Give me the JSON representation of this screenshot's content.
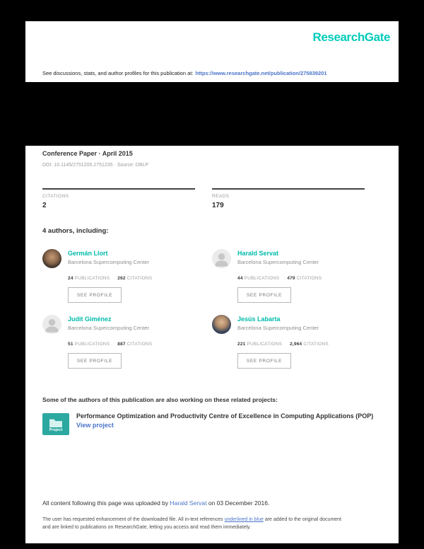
{
  "brand": {
    "logo_text": "ResearchGate"
  },
  "colors": {
    "brand_teal": "#00CCBB",
    "link_blue": "#4A74C9"
  },
  "header": {
    "prefix": "See discussions, stats, and author profiles for this publication at:",
    "link_url": "https://www.researchgate.net/publication/275839201"
  },
  "meta": {
    "type_line": "Conference Paper · April 2015",
    "doi_line": "DOI: 10.1145/2751205.2751235 · Source: DBLP"
  },
  "stats": {
    "citations_label": "CITATIONS",
    "citations_value": "2",
    "reads_label": "READS",
    "reads_value": "179"
  },
  "authors_heading": "4 authors, including:",
  "labels": {
    "publications": "PUBLICATIONS",
    "citations": "CITATIONS",
    "see_profile": "SEE PROFILE"
  },
  "authors": [
    {
      "name": "Germán Llort",
      "affiliation": "Barcelona Supercomputing Center",
      "publications": "24",
      "citations": "262"
    },
    {
      "name": "Harald Servat",
      "affiliation": "Barcelona Supercomputing Center",
      "publications": "44",
      "citations": "479"
    },
    {
      "name": "Judit Giménez",
      "affiliation": "Barcelona Supercomputing Center",
      "publications": "51",
      "citations": "887"
    },
    {
      "name": "Jesús Labarta",
      "affiliation": "Barcelona Supercomputing Center",
      "publications": "221",
      "citations": "2,964"
    }
  ],
  "projects": {
    "heading": "Some of the authors of this publication are also working on these related projects:",
    "icon_label": "Project",
    "title": "Performance Optimization and Productivity Centre of Excellence in Computing Applications (POP)",
    "view_link": "View project"
  },
  "footer": {
    "upload_prefix": "All content following this page was uploaded by ",
    "uploader": "Harald Servat",
    "upload_suffix": " on 03 December 2016.",
    "note1a": "The user has requested enhancement of the downloaded file. All in-text references ",
    "note1_blue": "underlined in blue",
    "note1b": " are added to the original document",
    "note2": "and are linked to publications on ResearchGate, letting you access and read them immediately."
  }
}
